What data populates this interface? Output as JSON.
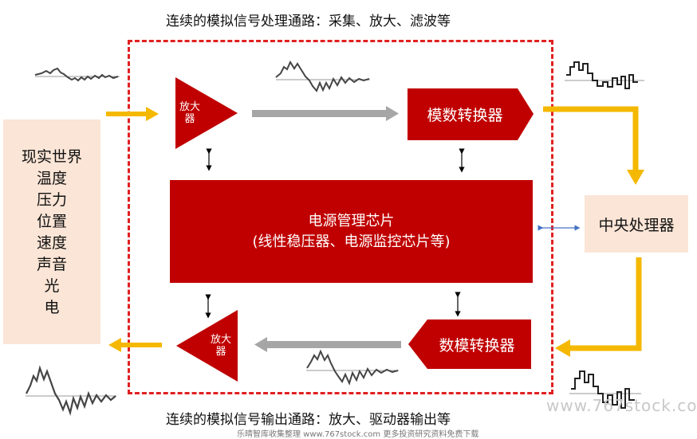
{
  "top_title": "连续的模拟信号处理通路：采集、放大、滤波等",
  "bottom_title": "连续的模拟信号输出通路：放大、驱动器输出等",
  "real_world": {
    "lines": [
      "现实世界",
      "温度",
      "压力",
      "位置",
      "速度",
      "声音",
      "光",
      "电"
    ]
  },
  "amplifier_top": {
    "line1": "放大",
    "line2": "器"
  },
  "amplifier_bottom": {
    "line1": "放大",
    "line2": "器"
  },
  "adc_label": "模数转换器",
  "dac_label": "数模转换器",
  "pmic": {
    "line1": "电源管理芯片",
    "line2": "(线性稳压器、电源监控芯片等)"
  },
  "cpu_label": "中央处理器",
  "watermark": "www.767stock.co",
  "footer_text": "乐晴智库收集整理 www.767stock.com 更多投资研究资料免费下载",
  "colors": {
    "red": "#c00000",
    "dash": "#e02020",
    "orange": "#f5b800",
    "gray_arrow": "#a6a6a6",
    "peach": "#fbe5d6"
  }
}
